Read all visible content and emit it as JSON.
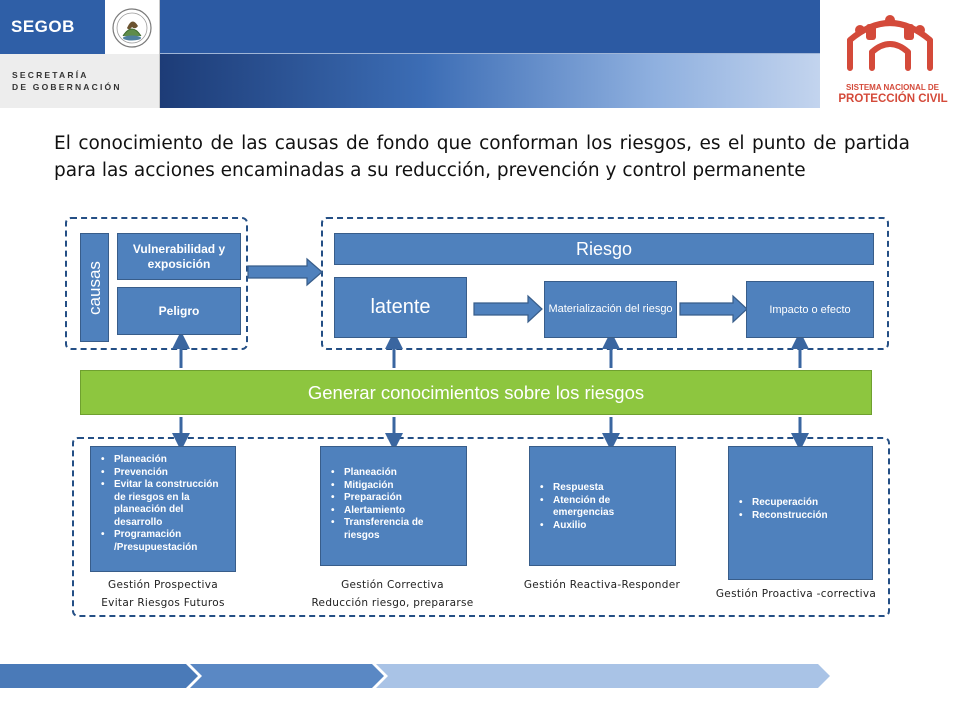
{
  "header": {
    "brand": "SEGOB",
    "ministry_line1": "SECRETARÍA",
    "ministry_line2": "DE GOBERNACIÓN",
    "pc_line1": "SISTEMA NACIONAL DE",
    "pc_line2": "PROTECCIÓN CIVIL"
  },
  "intro": "El conocimiento  de las causas  de fondo que conforman los riesgos, es el punto de partida para las acciones encaminadas a su reducción, prevención y control permanente",
  "diagram": {
    "causas": "causas",
    "vulnerabilidad": "Vulnerabilidad y exposición",
    "peligro": "Peligro",
    "riesgo": "Riesgo",
    "latente": "latente",
    "materializacion": "Materialización del riesgo",
    "impacto": "Impacto o efecto",
    "generar": "Generar conocimientos sobre los riesgos",
    "panels": [
      {
        "items": [
          "Planeación",
          "Prevención",
          "Evitar la construcción de riesgos  en la planeación del desarrollo",
          "Programación /Presupuestación"
        ],
        "caption1": "Gestión Prospectiva",
        "caption2": "Evitar Riesgos Futuros"
      },
      {
        "items": [
          "Planeación",
          "Mitigación",
          "Preparación",
          "Alertamiento",
          "Transferencia de riesgos"
        ],
        "caption1": "Gestión Correctiva",
        "caption2": "Reducción riesgo, prepararse"
      },
      {
        "items": [
          "Respuesta",
          "Atención de emergencias",
          "Auxilio"
        ],
        "caption1": "Gestión Reactiva-Responder",
        "caption2": ""
      },
      {
        "items": [
          "Recuperación",
          "Reconstrucción"
        ],
        "caption1": "Gestión Proactiva  -correctiva",
        "caption2": ""
      }
    ]
  },
  "colors": {
    "box_blue": "#4f81bd",
    "green": "#8dc63f",
    "dash_blue": "#244f85",
    "pc_red": "#d44a3a"
  }
}
